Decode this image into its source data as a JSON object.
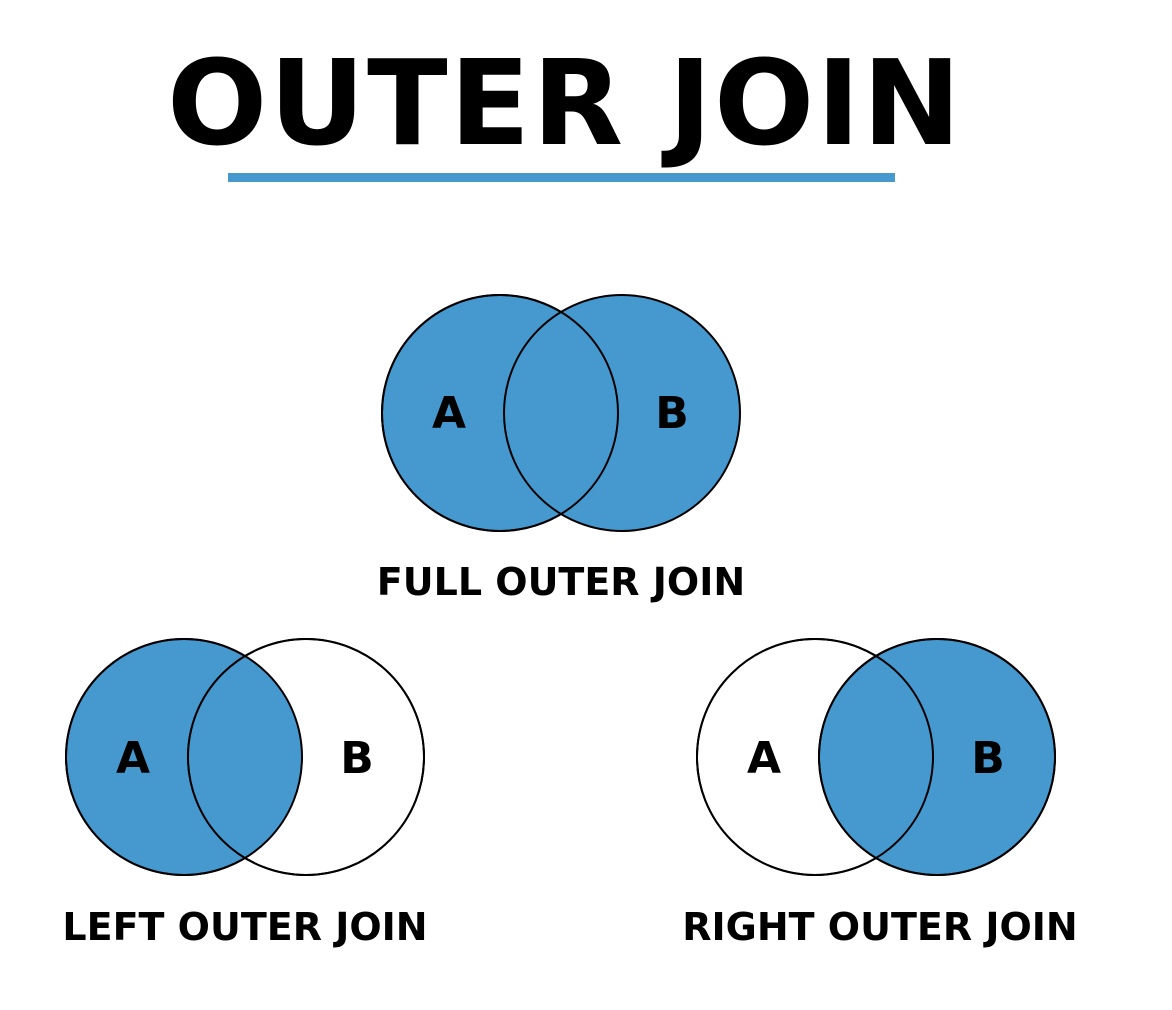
{
  "title": "OUTER JOIN",
  "colors": {
    "fill": "#4599cf",
    "accent_rule": "#4599cf",
    "stroke": "#000000",
    "background": "#ffffff"
  },
  "diagrams": [
    {
      "id": "full",
      "caption": "FULL OUTER JOIN",
      "left_label": "A",
      "right_label": "B",
      "left_filled": true,
      "right_filled": true,
      "overlap_filled": true
    },
    {
      "id": "left",
      "caption": "LEFT OUTER JOIN",
      "left_label": "A",
      "right_label": "B",
      "left_filled": true,
      "right_filled": false,
      "overlap_filled": true
    },
    {
      "id": "right",
      "caption": "RIGHT OUTER JOIN",
      "left_label": "A",
      "right_label": "B",
      "left_filled": false,
      "right_filled": true,
      "overlap_filled": true
    }
  ]
}
